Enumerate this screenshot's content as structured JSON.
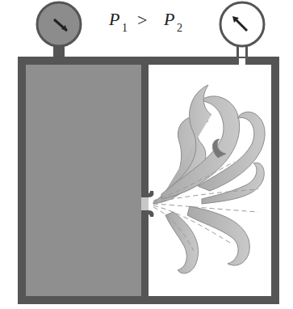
{
  "diagram": {
    "labels": [
      "P",
      "1",
      ">",
      "P",
      "2"
    ]
  }
}
